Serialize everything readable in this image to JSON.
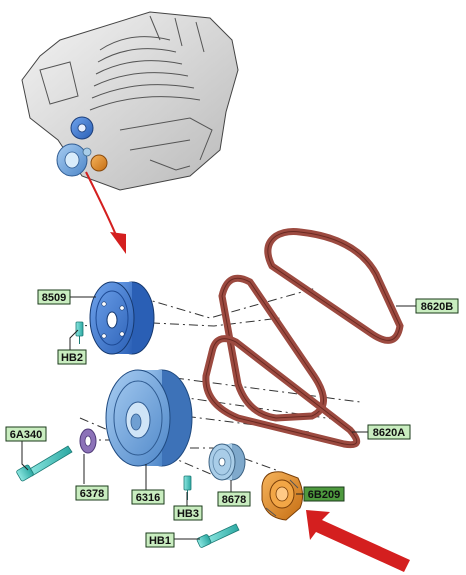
{
  "labels": {
    "l8509": "8509",
    "lHB2": "HB2",
    "l6A340": "6A340",
    "l6378": "6378",
    "l6316": "6316",
    "lHB3": "HB3",
    "l8678": "8678",
    "l6B209": "6B209",
    "lHB1": "HB1",
    "l8620B": "8620B",
    "l8620A": "8620A"
  },
  "colors": {
    "label_bg": "#c9edc0",
    "label_highlight_bg": "#4e9a3e",
    "pulley_blue": "#3f7fd8",
    "crank_blue": "#78aee0",
    "idler_blue": "#a9cde8",
    "tensioner_orange": "#e8932c",
    "belt": "#9c4a40",
    "bolt_teal": "#4cc9c3",
    "washer_purple": "#8c72b8",
    "arrow_red": "#d41f1f"
  }
}
